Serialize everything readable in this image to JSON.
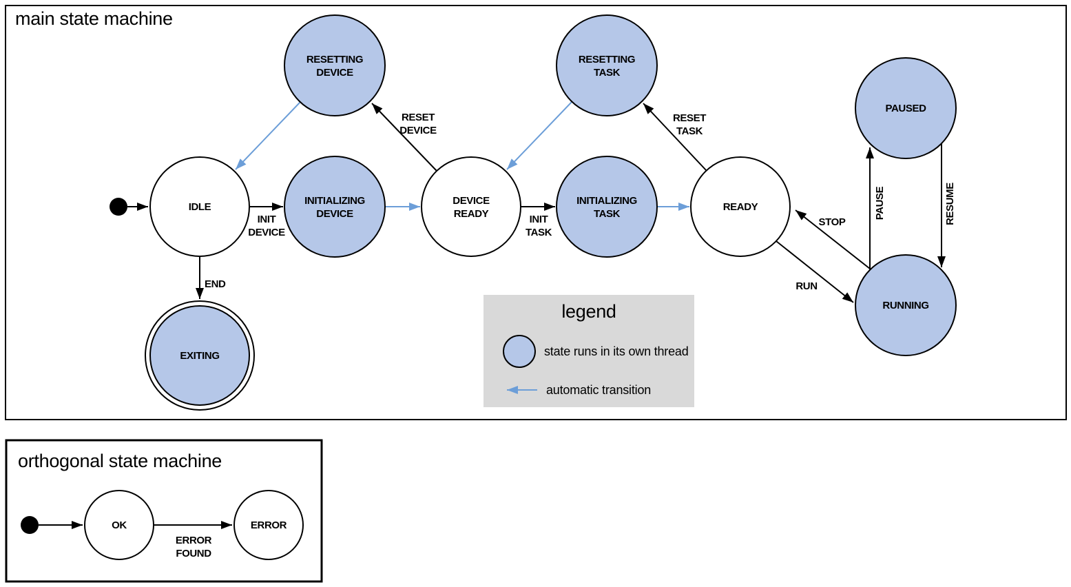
{
  "colors": {
    "ink": "#000000",
    "threaded_state_fill": "#b5c7e8",
    "auto_transition_blue": "#6c9ed8",
    "legend_background": "#d9d9d9"
  },
  "main_machine": {
    "title": "main state machine",
    "states": [
      {
        "name": "idle",
        "label": [
          "IDLE"
        ],
        "threaded": false
      },
      {
        "name": "initializing-device",
        "label": [
          "INITIALIZING",
          "DEVICE"
        ],
        "threaded": true
      },
      {
        "name": "device-ready",
        "label": [
          "DEVICE",
          "READY"
        ],
        "threaded": false
      },
      {
        "name": "initializing-task",
        "label": [
          "INITIALIZING",
          "TASK"
        ],
        "threaded": true
      },
      {
        "name": "ready",
        "label": [
          "READY"
        ],
        "threaded": false
      },
      {
        "name": "resetting-device",
        "label": [
          "RESETTING",
          "DEVICE"
        ],
        "threaded": true
      },
      {
        "name": "resetting-task",
        "label": [
          "RESETTING",
          "TASK"
        ],
        "threaded": true
      },
      {
        "name": "paused",
        "label": [
          "PAUSED"
        ],
        "threaded": true
      },
      {
        "name": "running",
        "label": [
          "RUNNING"
        ],
        "threaded": true
      },
      {
        "name": "exiting",
        "label": [
          "EXITING"
        ],
        "threaded": true,
        "final": true
      }
    ],
    "transitions": [
      {
        "from": "start",
        "to": "idle",
        "label": "",
        "auto": false
      },
      {
        "from": "idle",
        "to": "initializing-device",
        "label": [
          "INIT",
          "DEVICE"
        ],
        "auto": false
      },
      {
        "from": "initializing-device",
        "to": "device-ready",
        "label": "",
        "auto": true
      },
      {
        "from": "device-ready",
        "to": "resetting-device",
        "label": [
          "RESET",
          "DEVICE"
        ],
        "auto": false
      },
      {
        "from": "resetting-device",
        "to": "idle",
        "label": "",
        "auto": true
      },
      {
        "from": "device-ready",
        "to": "initializing-task",
        "label": [
          "INIT",
          "TASK"
        ],
        "auto": false
      },
      {
        "from": "initializing-task",
        "to": "ready",
        "label": "",
        "auto": true
      },
      {
        "from": "ready",
        "to": "resetting-task",
        "label": [
          "RESET",
          "TASK"
        ],
        "auto": false
      },
      {
        "from": "resetting-task",
        "to": "device-ready",
        "label": "",
        "auto": true
      },
      {
        "from": "ready",
        "to": "running",
        "label": "RUN",
        "auto": false
      },
      {
        "from": "running",
        "to": "ready",
        "label": "STOP",
        "auto": false
      },
      {
        "from": "running",
        "to": "paused",
        "label": "PAUSE",
        "auto": false
      },
      {
        "from": "paused",
        "to": "running",
        "label": "RESUME",
        "auto": false
      },
      {
        "from": "idle",
        "to": "exiting",
        "label": "END",
        "auto": false
      }
    ]
  },
  "legend": {
    "title": "legend",
    "items": [
      {
        "icon": "threaded-state-circle",
        "text": "state runs in its own thread"
      },
      {
        "icon": "auto-transition-arrow",
        "text": "automatic transition"
      }
    ]
  },
  "orthogonal_machine": {
    "title": "orthogonal state machine",
    "states": [
      {
        "name": "ok",
        "label": "OK",
        "threaded": false
      },
      {
        "name": "error",
        "label": "ERROR",
        "threaded": false
      }
    ],
    "transitions": [
      {
        "from": "start",
        "to": "ok",
        "label": "",
        "auto": false
      },
      {
        "from": "ok",
        "to": "error",
        "label": [
          "ERROR",
          "FOUND"
        ],
        "auto": false
      }
    ]
  }
}
